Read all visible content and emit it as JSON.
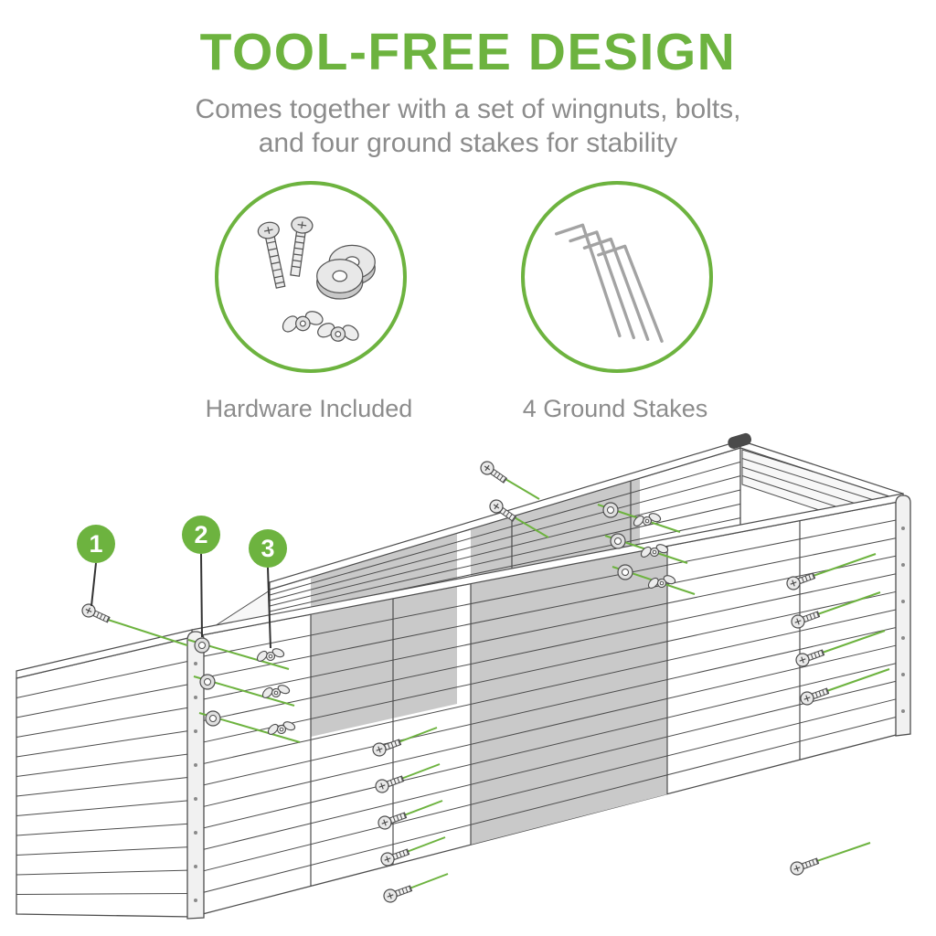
{
  "colors": {
    "accent_green": "#6db33f",
    "text_gray": "#8c8c8c",
    "line_art": "#4d4d4d"
  },
  "header": {
    "title": "TOOL-FREE DESIGN",
    "subtitle_line1": "Comes together with a set of wingnuts, bolts,",
    "subtitle_line2": "and four ground stakes for stability"
  },
  "callouts": [
    {
      "label": "Hardware Included",
      "icon": "hardware-bolts-washers-wingnuts-icon"
    },
    {
      "label": "4 Ground Stakes",
      "icon": "ground-stakes-icon"
    }
  ],
  "diagram": {
    "markers": [
      {
        "number": "1"
      },
      {
        "number": "2"
      },
      {
        "number": "3"
      }
    ]
  }
}
